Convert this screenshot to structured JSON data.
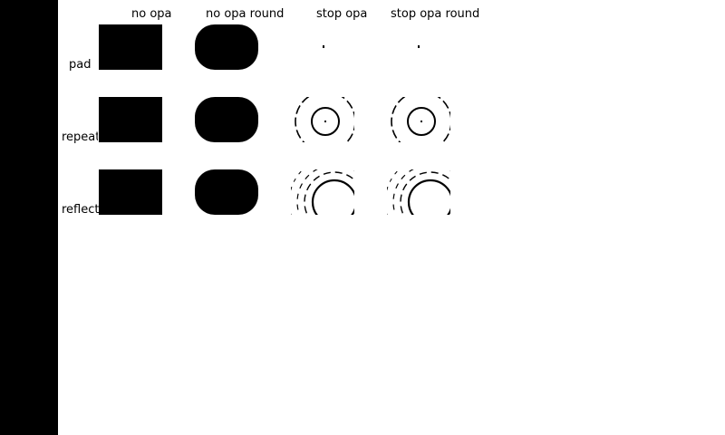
{
  "columns": [
    {
      "label": "no opa"
    },
    {
      "label": "no opa round"
    },
    {
      "label": "stop opa"
    },
    {
      "label": "stop opa round"
    }
  ],
  "rows": [
    {
      "label": "pad"
    },
    {
      "label": "repeat"
    },
    {
      "label": "reflect"
    }
  ],
  "colors": {
    "sidebar": "#000000",
    "background": "#ffffff",
    "fill": "#000000"
  }
}
